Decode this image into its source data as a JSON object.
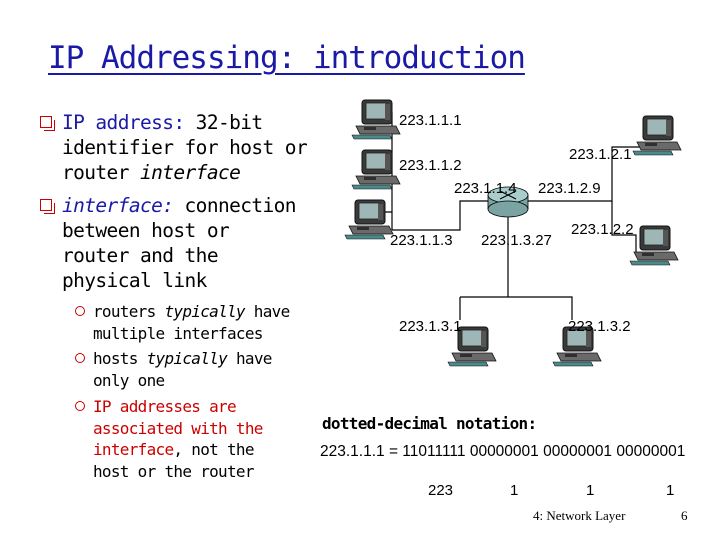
{
  "title": "IP Addressing: introduction",
  "bullets": {
    "b1_term": "IP address:",
    "b1_l1_rest": " 32-bit",
    "b1_l2": "identifier for host or",
    "b1_l3_a": "router ",
    "b1_l3_b": "interface",
    "b2_term": "interface:",
    "b2_l1_rest": " connection",
    "b2_l2": "between host or",
    "b2_l3": "router and the",
    "b2_l4": "physical link"
  },
  "subbullets": {
    "s1_a": "routers ",
    "s1_b": "typically",
    "s1_c": " have",
    "s1_l2": "multiple interfaces",
    "s2_a": "hosts ",
    "s2_b": "typically",
    "s2_c": " have",
    "s2_l2": "only one",
    "s3_l1": "IP addresses are",
    "s3_l2": "associated with the",
    "s3_l3_a": "interface",
    "s3_l3_b": ", not the",
    "s3_l4": "host or the router"
  },
  "network": {
    "labels": [
      "223.1.1.1",
      "223.1.2.1",
      "223.1.1.2",
      "223.1.1.4",
      "223.1.2.9",
      "223.1.1.3",
      "223.1.3.27",
      "223.1.2.2",
      "223.1.3.1",
      "223.1.3.2"
    ],
    "icons": {
      "host": "computer-icon",
      "router": "router-icon"
    }
  },
  "notation": {
    "heading": "dotted-decimal notation:",
    "equation": "223.1.1.1 = 11011111 00000001 00000001 00000001",
    "octets": [
      "223",
      "1",
      "1",
      "1"
    ]
  },
  "footer": {
    "section": "4: Network Layer",
    "page": "6"
  },
  "colors": {
    "title": "#1a1aa6",
    "highlight": "#cc0000",
    "bullet_mark": "#cc0000"
  }
}
